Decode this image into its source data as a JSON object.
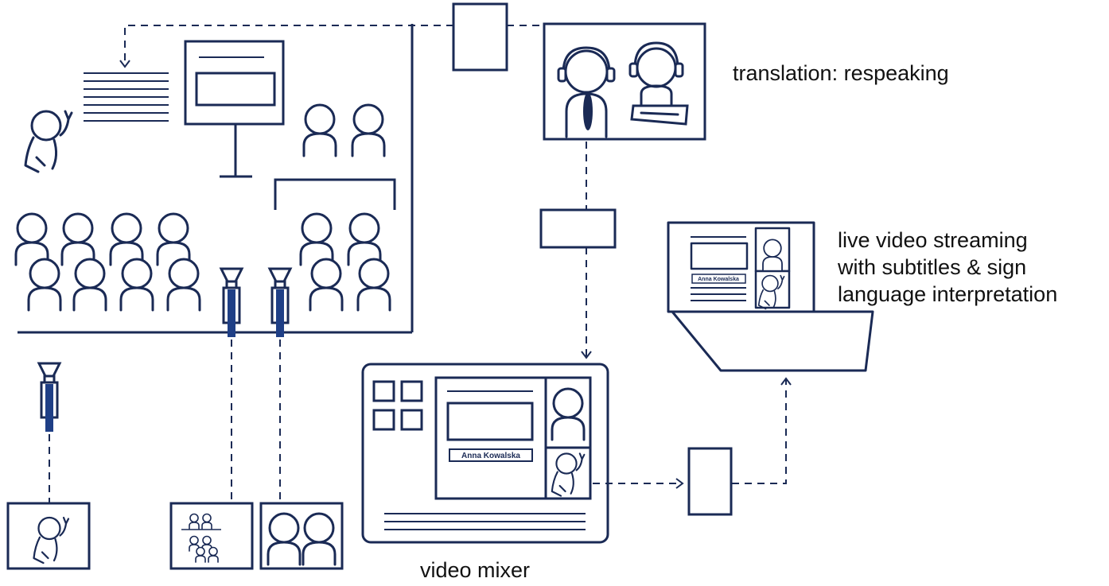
{
  "labels": {
    "translation": "translation: respeaking",
    "streaming_line1": "live video streaming",
    "streaming_line2": "with subtitles & sign",
    "streaming_line3": "language interpretation",
    "video_mixer": "video mixer"
  },
  "name_tags": {
    "mixer": "Anna Kowalska",
    "laptop": "Anna Kowalska"
  },
  "colors": {
    "ink": "#1a2a55",
    "camera_fill": "#1f3f86",
    "text": "#111111",
    "background": "#ffffff"
  }
}
